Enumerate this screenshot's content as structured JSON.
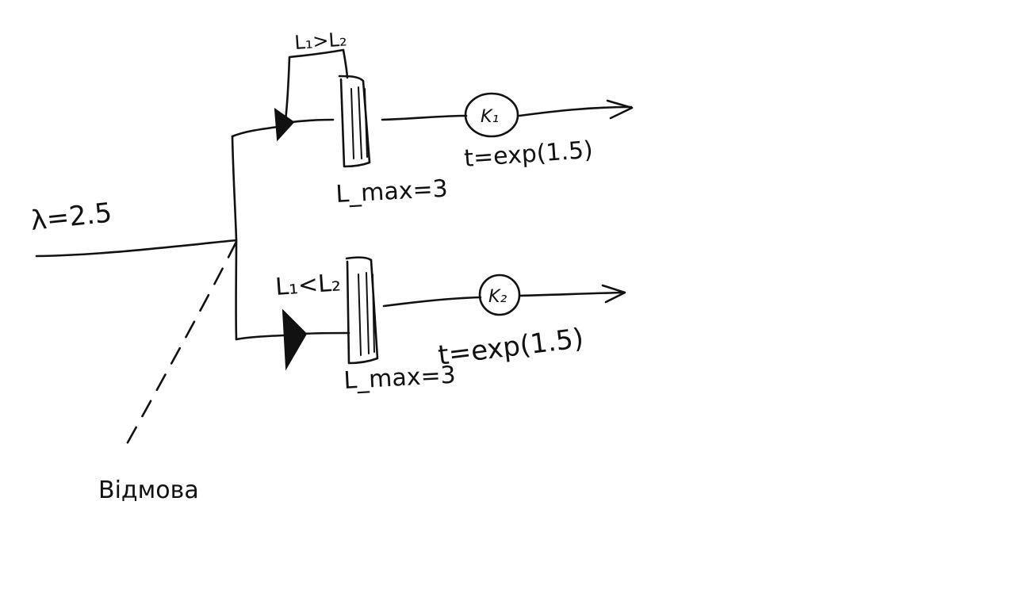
{
  "input": {
    "lambda_label": "λ=2.5"
  },
  "branch_top": {
    "condition_label": "L₁>L₂",
    "queue_label": "L_max=3",
    "server_label": "K₁",
    "service_label": "t=exp(1.5)"
  },
  "branch_bottom": {
    "condition_label": "L₁<L₂",
    "queue_label": "L_max=3",
    "server_label": "K₂",
    "service_label": "t=exp(1.5)"
  },
  "annotation": {
    "label": "Відмова"
  },
  "colors": {
    "ink": "#111111",
    "background": "#ffffff"
  }
}
